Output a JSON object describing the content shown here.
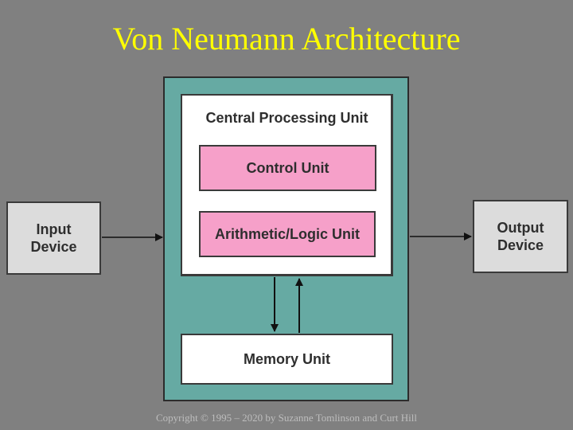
{
  "title": "Von Neumann Architecture",
  "cpu": {
    "label": "Central Processing Unit"
  },
  "control_unit": {
    "label": "Control Unit"
  },
  "alu": {
    "label": "Arithmetic/Logic Unit"
  },
  "memory": {
    "label": "Memory Unit"
  },
  "input": {
    "line1": "Input",
    "line2": "Device"
  },
  "output": {
    "line1": "Output",
    "line2": "Device"
  },
  "footer": {
    "copyright": "Copyright © 1995 – 2020 by Suzanne Tomlinson and Curt Hill"
  },
  "colors": {
    "title": "#ffff00",
    "background": "#808080",
    "panel": "#66aaa3",
    "unit_fill": "#f6a0c9",
    "device_fill": "#dcdcdc"
  }
}
